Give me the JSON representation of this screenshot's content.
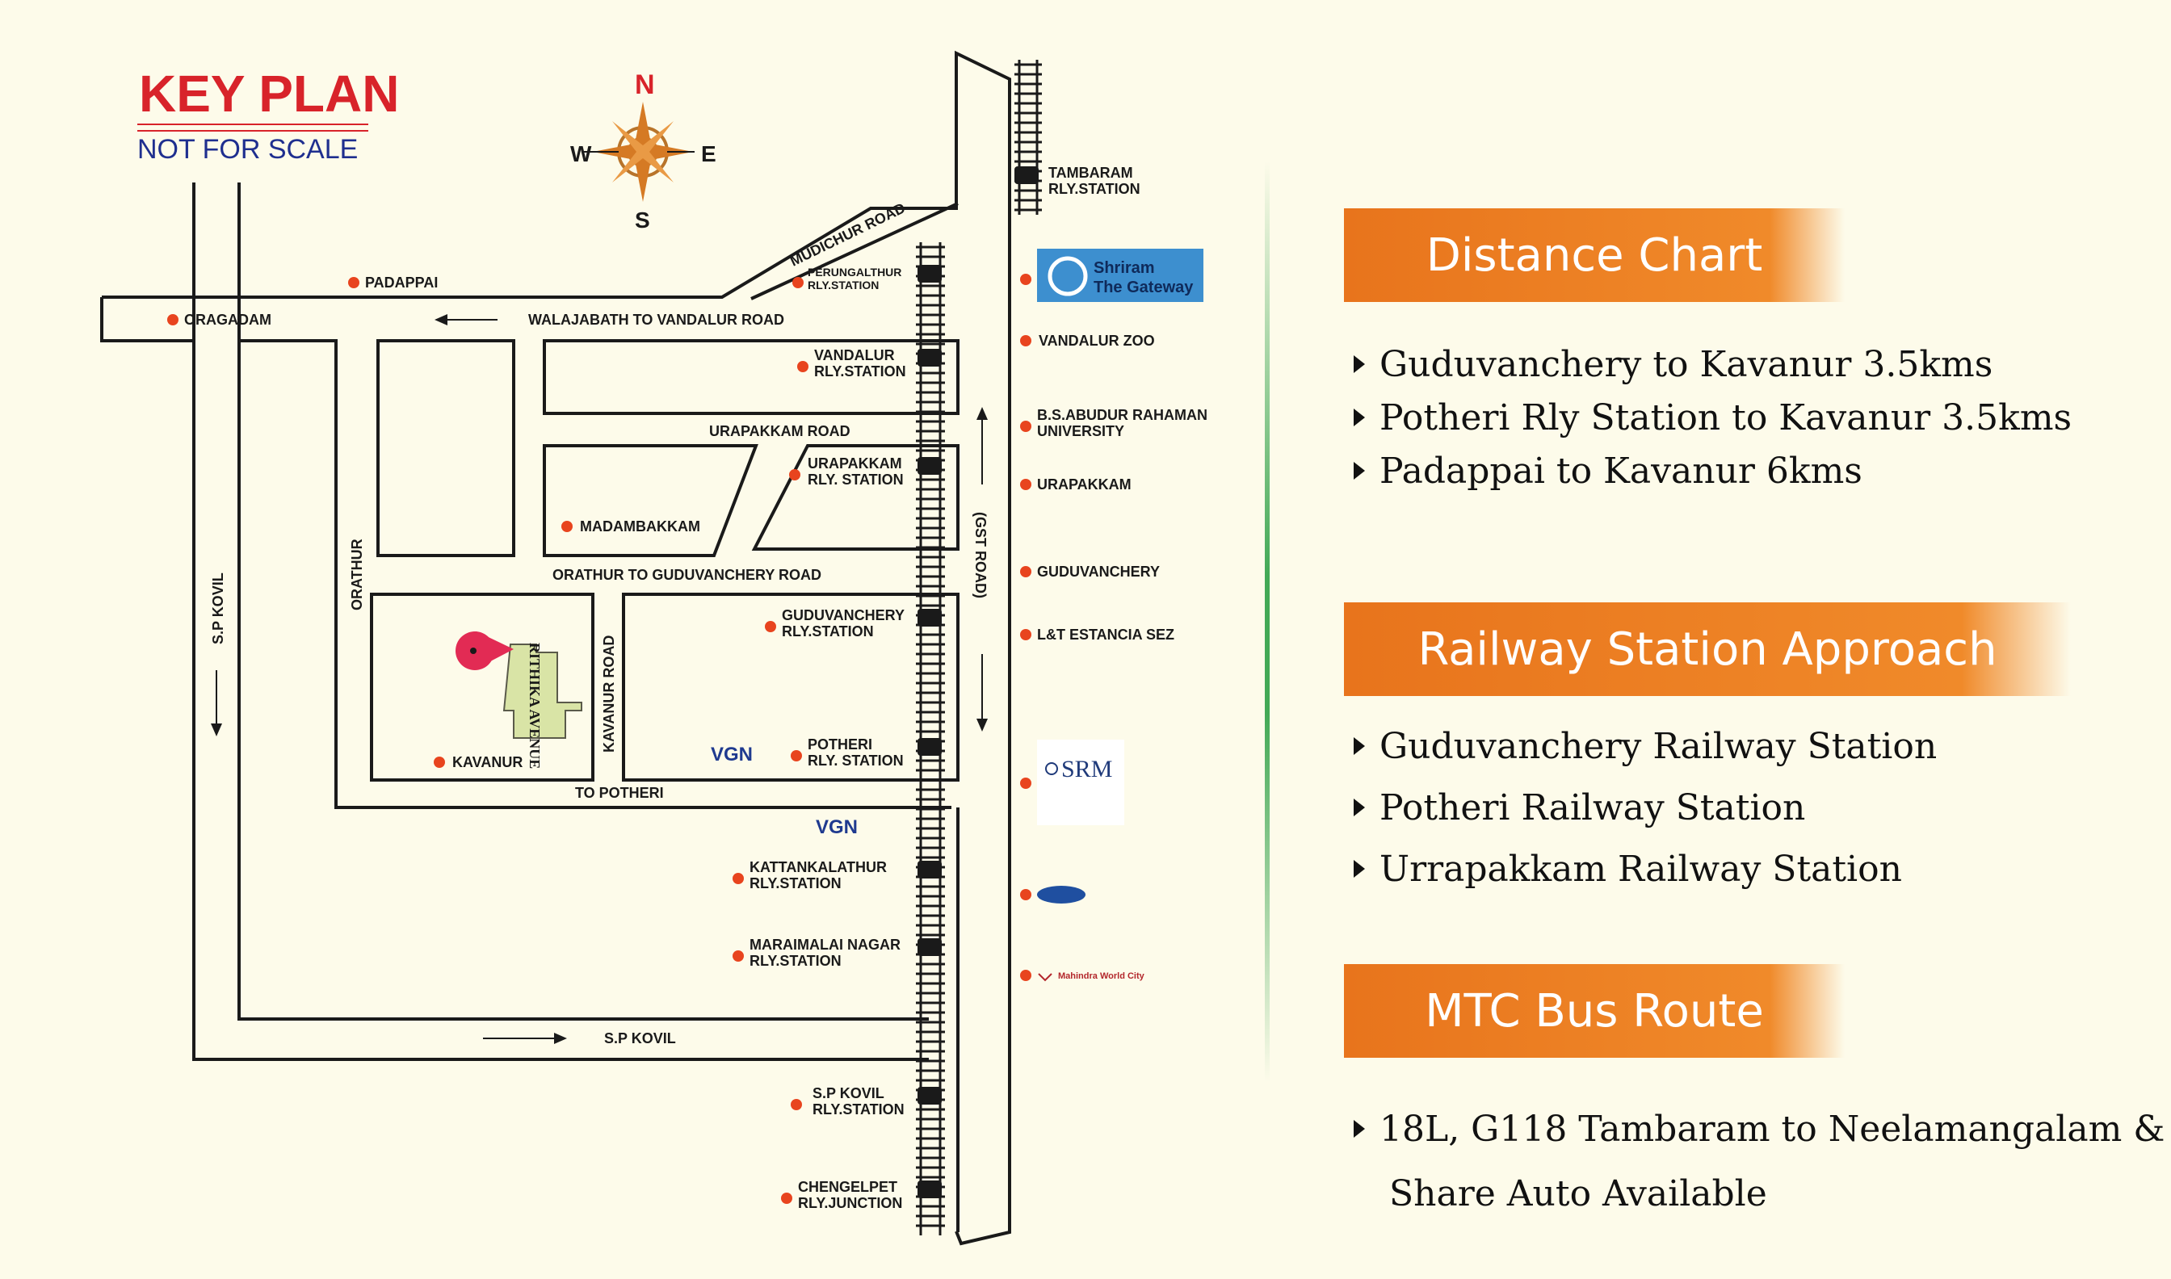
{
  "key_plan": {
    "title": "KEY PLAN",
    "subtitle": "NOT FOR SCALE"
  },
  "compass": {
    "n": "N",
    "s": "S",
    "e": "E",
    "w": "W"
  },
  "roads": {
    "mudichur": "MUDICHUR ROAD",
    "walajabath": "WALAJABATH TO VANDALUR ROAD",
    "urapakkam": "URAPAKKAM ROAD",
    "orathur_guduvanchery": "ORATHUR TO GUDUVANCHERY ROAD",
    "orathur": "ORATHUR",
    "sp_kovil_vertical": "S.P KOVIL",
    "sp_kovil_horizontal": "S.P KOVIL",
    "kavanur_road": "KAVANUR ROAD",
    "to_potheri": "TO POTHERI",
    "gst": "(GST ROAD)"
  },
  "places": {
    "padappai": "PADAPPAI",
    "oragadam": "ORAGADAM",
    "madambakkam": "MADAMBAKKAM",
    "kavanur": "KAVANUR",
    "project": "RITHIKA AVENUE"
  },
  "stations": [
    {
      "line1": "TAMBARAM",
      "line2": "RLY.STATION"
    },
    {
      "line1": "PERUNGALTHUR",
      "line2": "RLY.STATION"
    },
    {
      "line1": "VANDALUR",
      "line2": "RLY.STATION"
    },
    {
      "line1": "URAPAKKAM",
      "line2": "RLY. STATION"
    },
    {
      "line1": "GUDUVANCHERY",
      "line2": "RLY.STATION"
    },
    {
      "line1": "POTHERI",
      "line2": "RLY. STATION"
    },
    {
      "line1": "KATTANKALATHUR",
      "line2": "RLY.STATION"
    },
    {
      "line1": "MARAIMALAI NAGAR",
      "line2": "RLY.STATION"
    },
    {
      "line1": "S.P KOVIL",
      "line2": "RLY.STATION"
    },
    {
      "line1": "CHENGELPET",
      "line2": "RLY.JUNCTION"
    }
  ],
  "landmarks": {
    "shriram_1": "Shriram",
    "shriram_2": "The Gateway",
    "vandalur_zoo": "VANDALUR ZOO",
    "abdur_1": "B.S.ABUDUR RAHAMAN",
    "abdur_2": "UNIVERSITY",
    "urapakkam": "URAPAKKAM",
    "guduvanchery": "GUDUVANCHERY",
    "lt": "L&T ESTANCIA SEZ",
    "srm": "SRM",
    "vgn": "VGN",
    "mahindra": "Mahindra World City"
  },
  "distance_chart": {
    "title": "Distance Chart",
    "items": [
      "Guduvanchery to Kavanur 3.5kms",
      "Potheri Rly Station to Kavanur 3.5kms",
      "Padappai to Kavanur 6kms"
    ]
  },
  "railway_approach": {
    "title": "Railway Station Approach",
    "items": [
      "Guduvanchery Railway Station",
      "Potheri Railway Station",
      "Urrapakkam Railway Station"
    ]
  },
  "bus_route": {
    "title": "MTC Bus Route",
    "line1": "18L, G118  Tambaram to Neelamangalam &",
    "line2": "Share Auto Available"
  },
  "colors": {
    "accent": "#e8741c",
    "title_red": "#d8232a",
    "title_blue": "#1f2f8f",
    "marker": "#e8441e",
    "project_fill": "#d9e4a6"
  }
}
